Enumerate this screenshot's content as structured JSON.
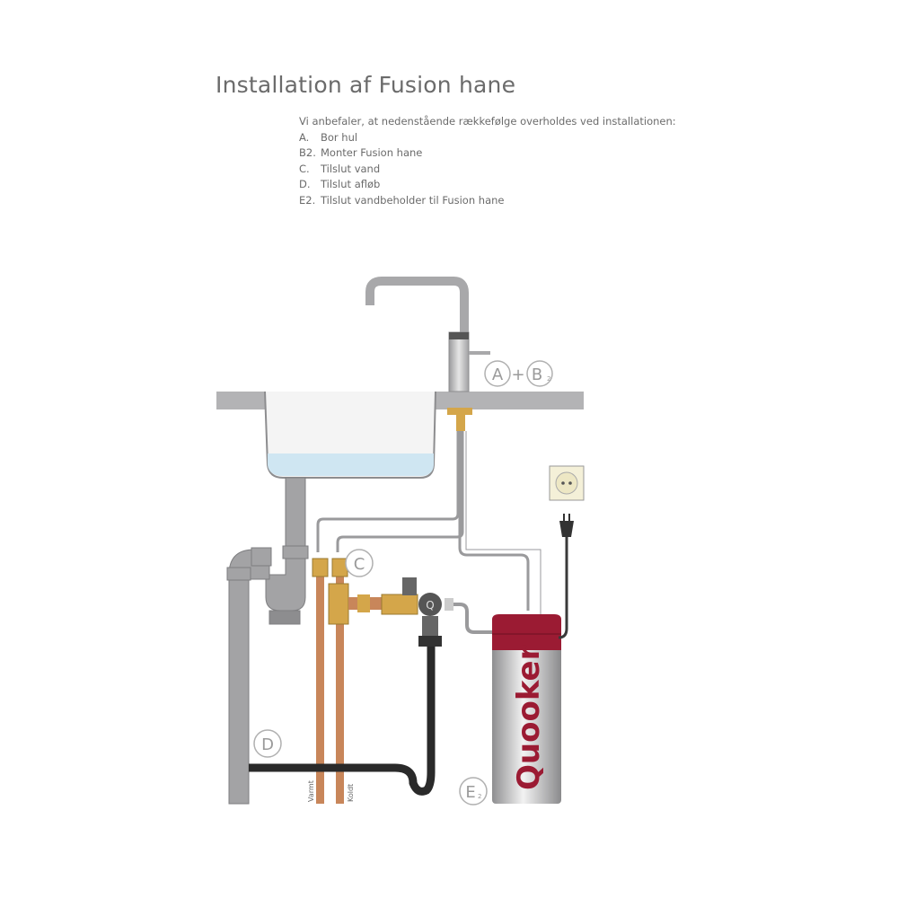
{
  "title": "Installation af Fusion hane",
  "intro": "Vi anbefaler, at nedenstående rækkefølge overholdes ved installationen:",
  "steps": [
    {
      "key": "A.",
      "text": "Bor hul"
    },
    {
      "key": "B2.",
      "text": "Monter Fusion hane"
    },
    {
      "key": "C.",
      "text": "Tilslut vand"
    },
    {
      "key": "D.",
      "text": "Tilslut afløb"
    },
    {
      "key": "E2.",
      "text": "Tilslut vandbeholder til Fusion hane"
    }
  ],
  "diagram": {
    "label_a": "A",
    "plus": "+",
    "label_b": "B",
    "label_b_sub": "2",
    "label_c": "C",
    "label_d": "D",
    "label_e": "E",
    "label_e_sub": "2",
    "pipe_warm": "Varmt",
    "pipe_cold": "Koldt",
    "brand": "Quooker",
    "colors": {
      "tank_red": "#9b1b33",
      "copper": "#c8865a",
      "pipe_gray": "#a3a3a5",
      "water": "#cfe6f2"
    }
  }
}
